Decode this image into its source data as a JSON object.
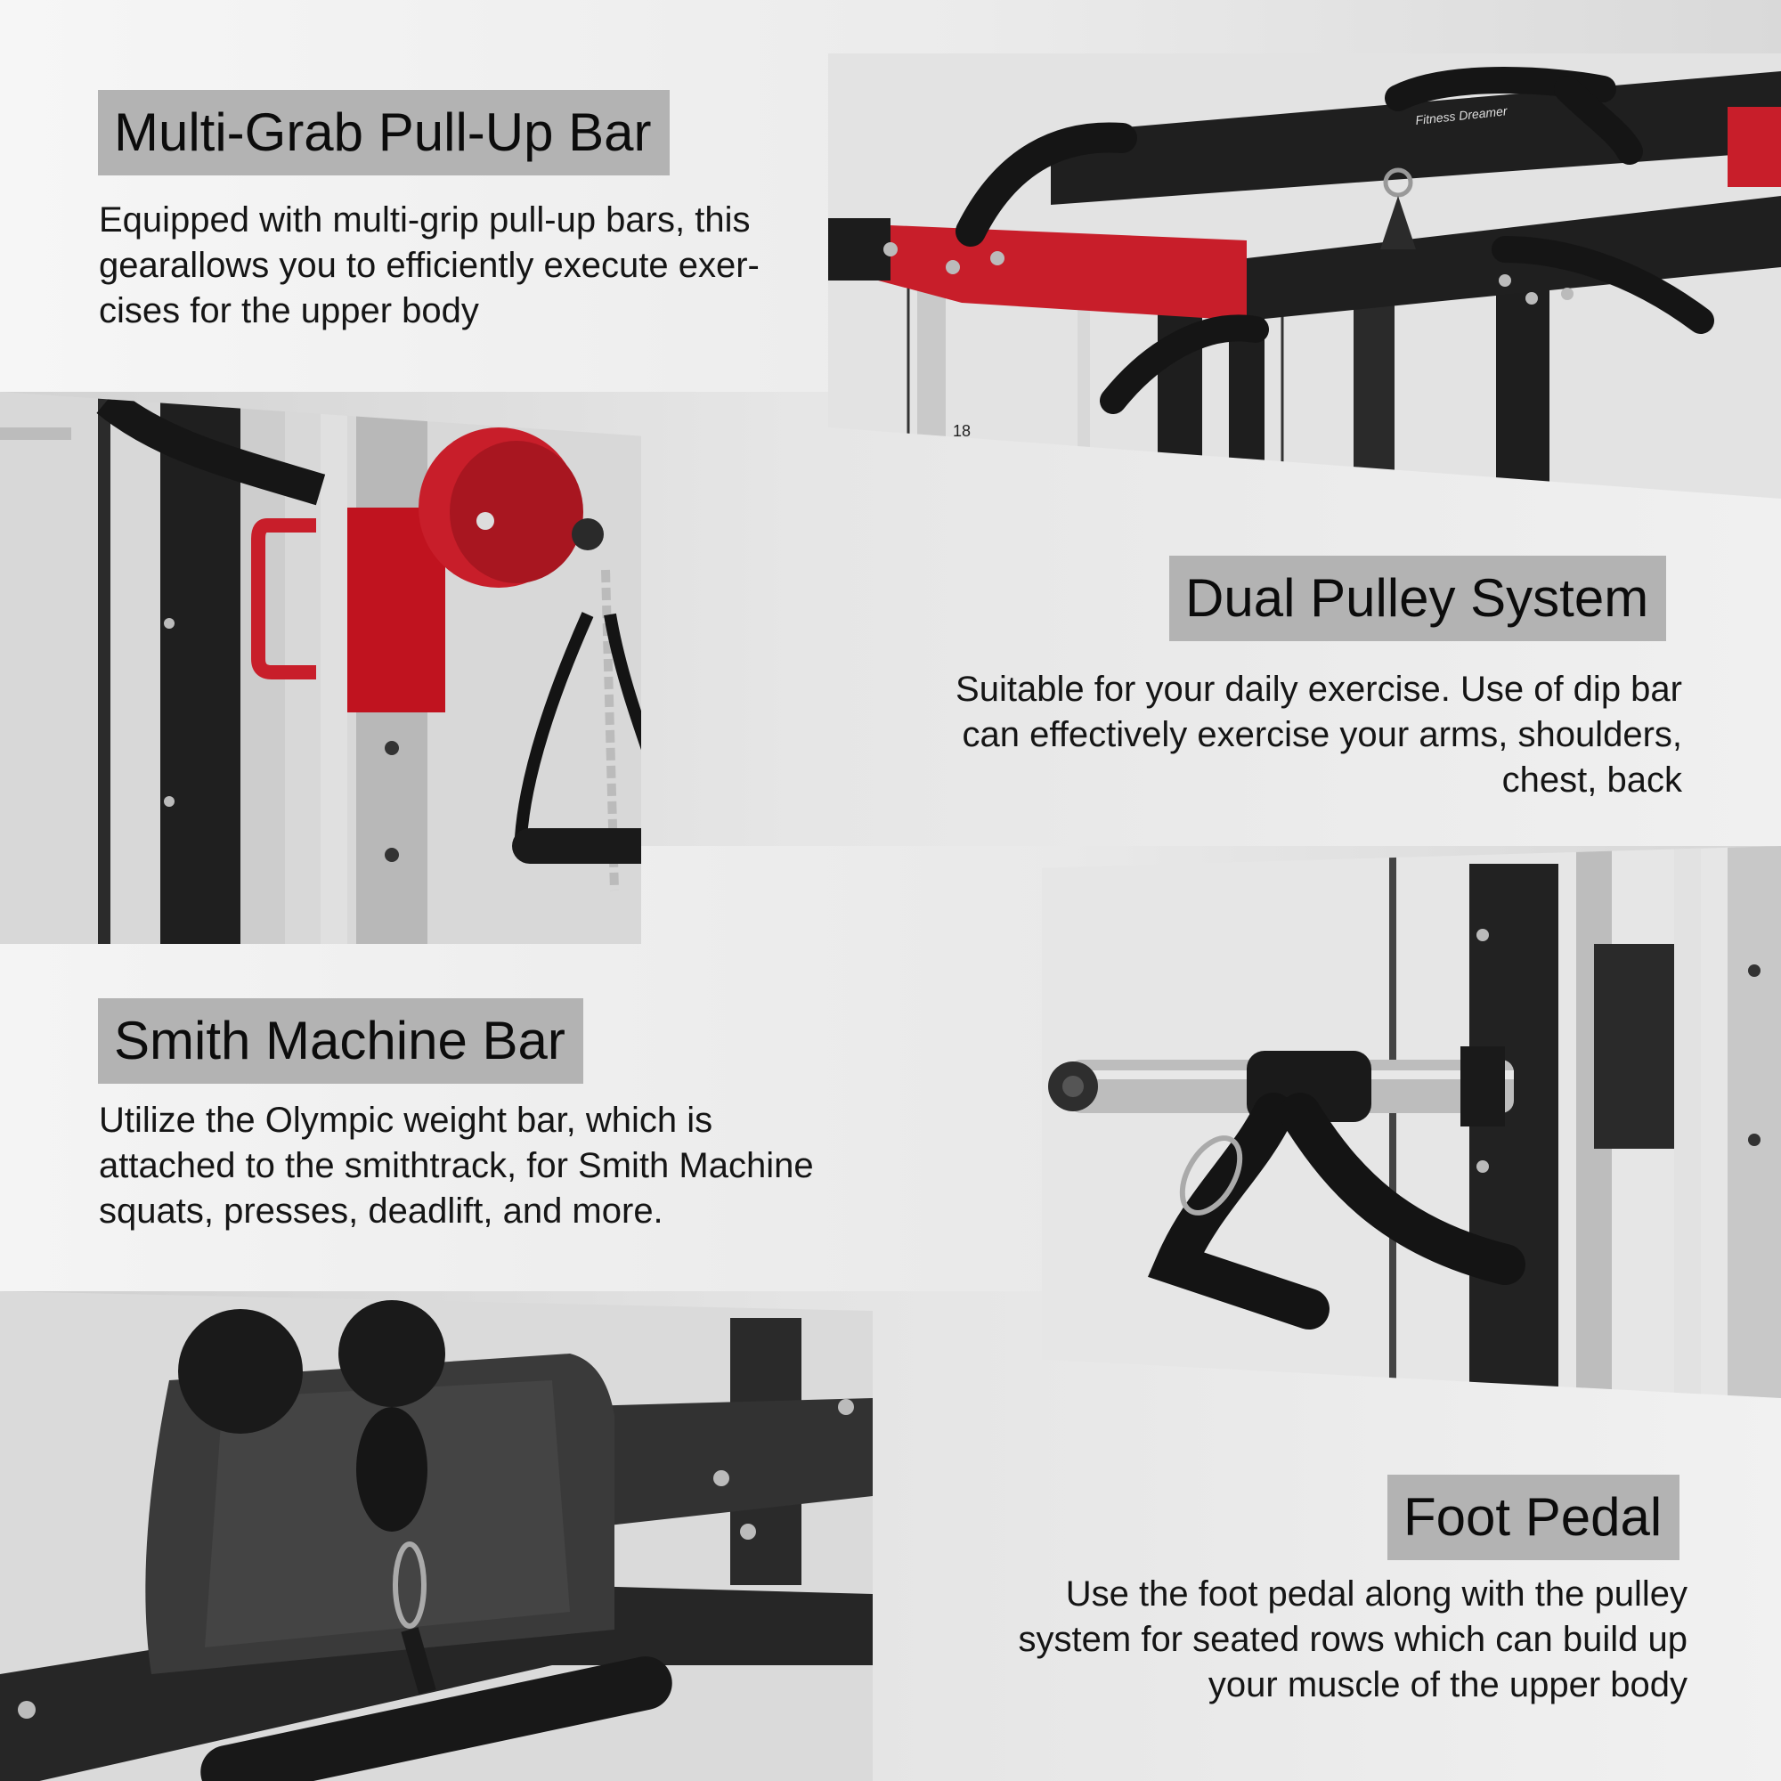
{
  "sections": [
    {
      "heading": "Multi-Grab Pull-Up Bar",
      "description_lines": [
        "Equipped with multi-grip pull-up bars, this",
        "gearallows you to efficiently execute exer-",
        "cises for the upper body"
      ],
      "photo_label": "Fitness Dreamer",
      "photo_number": "18"
    },
    {
      "heading": "Dual Pulley System",
      "description_lines": [
        "Suitable for your daily exercise. Use of dip bar",
        "can effectively exercise your arms, shoulders,",
        "chest, back"
      ]
    },
    {
      "heading": "Smith Machine Bar",
      "description_lines": [
        "Utilize the Olympic weight bar, which is",
        "attached to the smithtrack, for Smith Machine",
        "squats, presses, deadlift, and more."
      ]
    },
    {
      "heading": "Foot Pedal",
      "description_lines": [
        "Use the foot pedal along with the pulley",
        "system for seated rows which can build up",
        "your muscle of the upper body"
      ]
    }
  ],
  "colors": {
    "heading_background": "#b3b3b3",
    "frame_black": "#1e1e1e",
    "accent_red": "#c81e2a",
    "steel": "#c9c9c9"
  }
}
